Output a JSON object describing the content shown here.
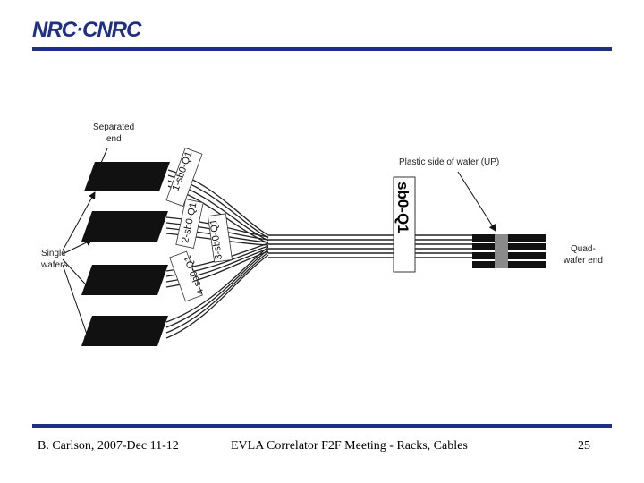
{
  "header": {
    "logo_text": "NRC·CNRC",
    "rule_color": "#1f2f86"
  },
  "diagram": {
    "separated_end_line1": "Separated",
    "separated_end_line2": "end",
    "single_wafers_line1": "Single",
    "single_wafers_line2": "wafers",
    "plastic_side": "Plastic side of wafer (UP)",
    "quad_line1": "Quad-",
    "quad_line2": "wafer end",
    "cable_label": "sb0-Q1",
    "wafer_tags": [
      "1-sb0-Q1",
      "2-sb0-Q1",
      "3-sb0-Q1",
      "4-sb0-Q1"
    ]
  },
  "footer": {
    "author": "B. Carlson, 2007-Dec 11-12",
    "title": "EVLA Correlator F2F Meeting - Racks, Cables",
    "page": "25"
  }
}
